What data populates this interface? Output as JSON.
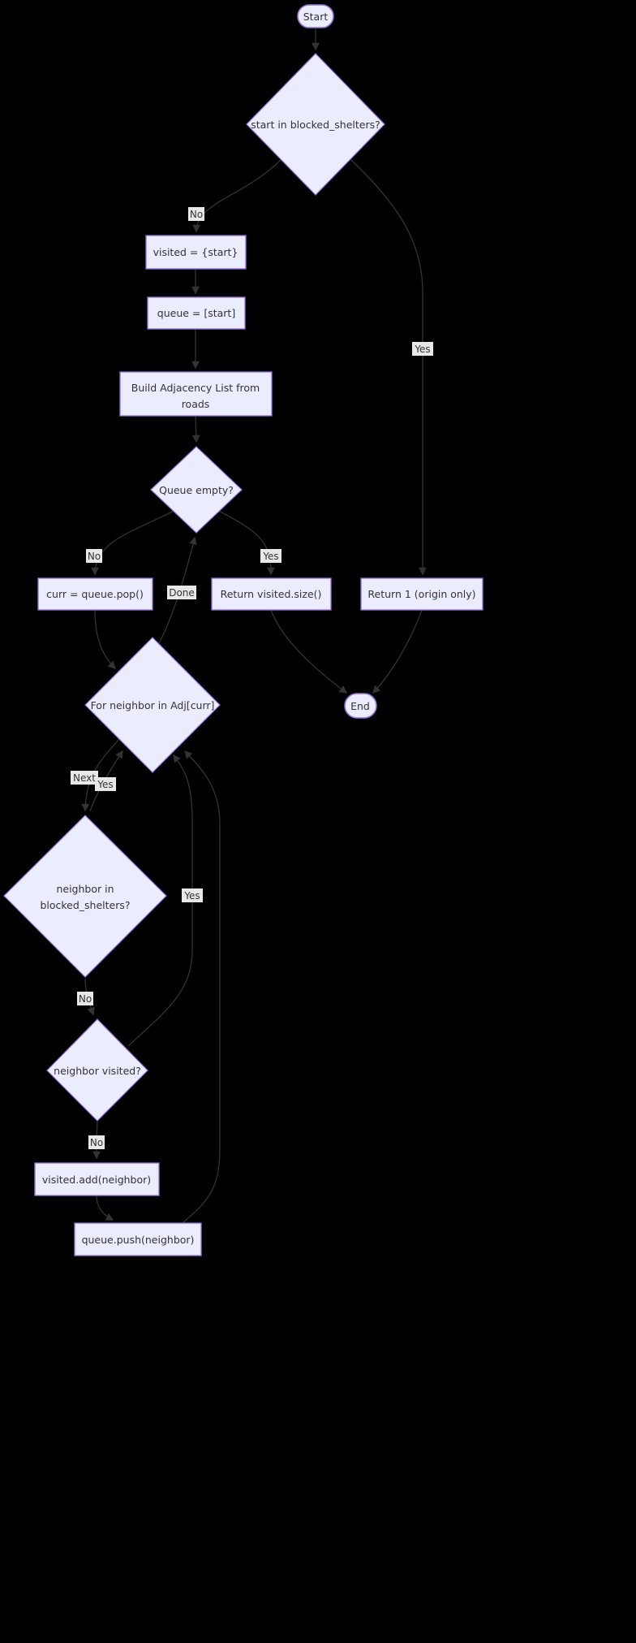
{
  "diagram": {
    "type": "flowchart",
    "background_color": "#000000",
    "node_fill_color": "#ECECFF",
    "node_border_color": "#9370DB",
    "edge_color": "#333333",
    "edge_label_bg_color": "#e8e8e8",
    "text_color": "#333333"
  },
  "nodes": {
    "start": {
      "label": "Start",
      "shape": "stadium"
    },
    "check_start_blocked": {
      "label": "start in blocked_shelters?",
      "shape": "diamond"
    },
    "visited_init": {
      "label": "visited = {start}",
      "shape": "rect"
    },
    "queue_init": {
      "label": "queue = [start]",
      "shape": "rect"
    },
    "build_adj": {
      "line1": "Build Adjacency List from",
      "line2": "roads",
      "shape": "rect"
    },
    "queue_empty": {
      "label": "Queue empty?",
      "shape": "diamond"
    },
    "curr_pop": {
      "label": "curr = queue.pop()",
      "shape": "rect"
    },
    "return_size": {
      "label": "Return visited.size()",
      "shape": "rect"
    },
    "return_one": {
      "label": "Return 1 (origin only)",
      "shape": "rect"
    },
    "for_neighbor": {
      "label": "For neighbor in Adj[curr]",
      "shape": "diamond"
    },
    "neighbor_blocked": {
      "line1": "neighbor in",
      "line2": "blocked_shelters?",
      "shape": "diamond"
    },
    "neighbor_visited": {
      "label": "neighbor visited?",
      "shape": "diamond"
    },
    "visited_add": {
      "label": "visited.add(neighbor)",
      "shape": "rect"
    },
    "queue_push": {
      "label": "queue.push(neighbor)",
      "shape": "rect"
    },
    "end": {
      "label": "End",
      "shape": "stadium"
    }
  },
  "edge_labels": {
    "no_start_blocked": "No",
    "yes_start_blocked": "Yes",
    "no_queue_empty": "No",
    "done_for_loop": "Done",
    "yes_queue_empty": "Yes",
    "next_neighbor": "Next",
    "yes_blocked_loop": "Yes",
    "yes_visited_loop": "Yes",
    "no_blocked": "No",
    "no_visited": "No"
  }
}
